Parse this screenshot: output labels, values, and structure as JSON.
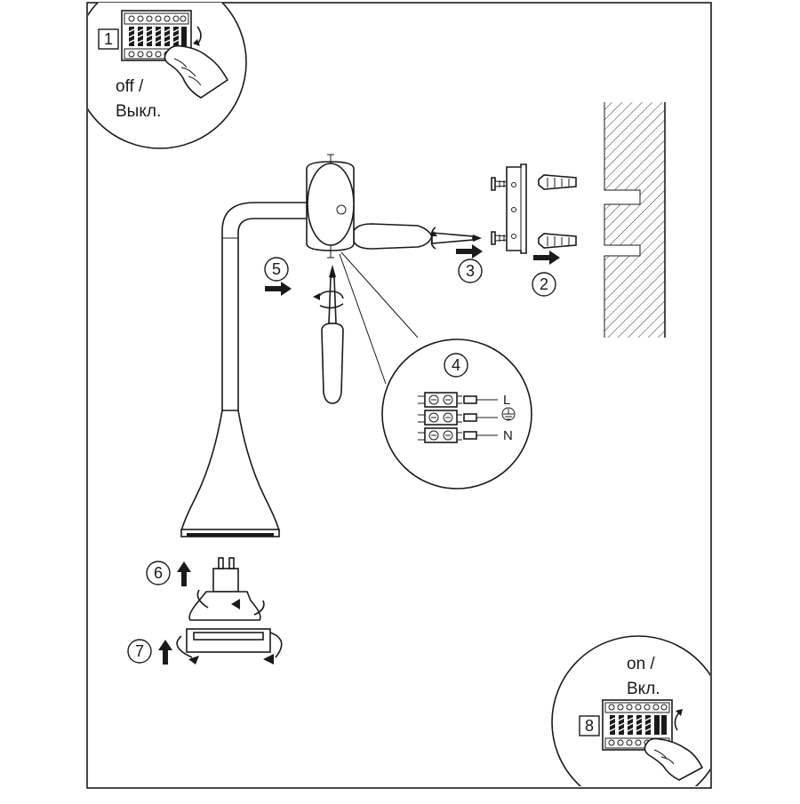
{
  "steps": {
    "s1": "1",
    "s2": "2",
    "s3": "3",
    "s4": "4",
    "s5": "5",
    "s6": "6",
    "s7": "7",
    "s8": "8"
  },
  "captions": {
    "off_en": "off /",
    "off_ru": "Выкл.",
    "on_en": "on /",
    "on_ru": "Вкл."
  },
  "wiring": {
    "live": "L",
    "neutral": "N",
    "earth_symbol": "earth-ground-symbol"
  },
  "icons": [
    "breaker-switch-icon",
    "hand-icon",
    "screwdriver-icon",
    "wall-plug-icon",
    "screw-icon",
    "mounting-bracket-icon",
    "gu10-bulb-icon",
    "rotate-arrow-icon",
    "push-arrow-icon",
    "up-arrow-icon",
    "terminal-block-icon"
  ]
}
